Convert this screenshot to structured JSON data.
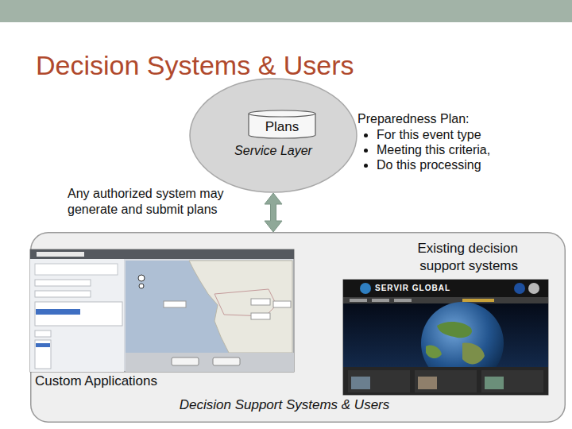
{
  "diagram": {
    "title": "Decision Systems & Users",
    "nodes": [
      {
        "text": [
          "Service Layer"
        ]
      },
      {
        "text": [
          "Plans"
        ],
        "in": 0
      },
      {
        "text": [
          "Decision Support Systems & Users"
        ]
      },
      {
        "text": [
          "Custom Applications"
        ],
        "in": 2
      },
      {
        "text": [
          "Existing decision support systems"
        ],
        "in": 2
      }
    ],
    "edges": [
      {
        "from": 0,
        "to": 2,
        "arrow": "both"
      }
    ],
    "labels": [
      "Preparedness Plan:",
      "For this event type",
      "Meeting this criteria,",
      "Do this processing",
      "Any authorized system may generate and submit plans",
      "SERVIR GLOBAL"
    ]
  }
}
